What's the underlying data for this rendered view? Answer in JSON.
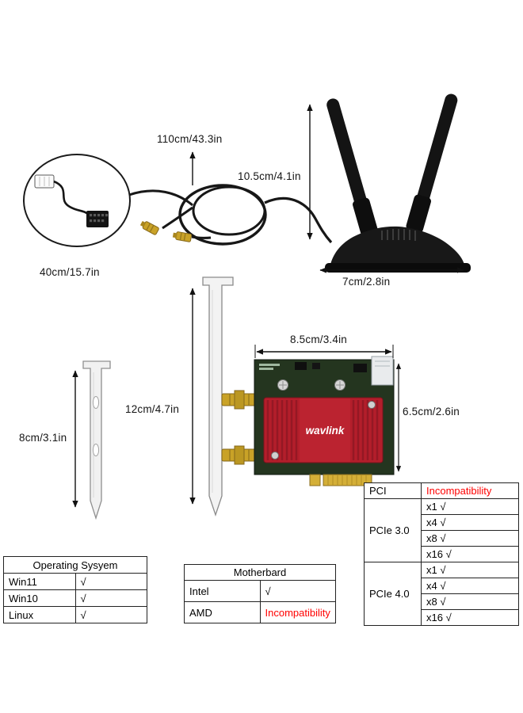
{
  "dimension_labels": {
    "antenna_cable_length": "110cm/43.3in",
    "antenna_height": "10.5cm/4.1in",
    "usb_cable_length": "40cm/15.7in",
    "antenna_base_width": "7cm/2.8in",
    "card_width": "8.5cm/3.4in",
    "full_bracket_height": "12cm/4.7in",
    "card_height": "6.5cm/2.6in",
    "low_profile_bracket_height": "8cm/3.1in"
  },
  "card": {
    "brand_logo": "wavlink"
  },
  "tables": {
    "os": {
      "header": "Operating Sysyem",
      "rows": [
        [
          "Win11",
          "√"
        ],
        [
          "Win10",
          "√"
        ],
        [
          "Linux",
          "√"
        ]
      ]
    },
    "motherboard": {
      "header": "Motherbard",
      "rows": [
        [
          "Intel",
          "√"
        ],
        [
          "AMD",
          "Incompatibility"
        ]
      ]
    },
    "pcie": {
      "rows": [
        {
          "label": "PCI",
          "value": "Incompatibility"
        },
        {
          "label": "PCIe 3.0",
          "values": [
            "x1 √",
            "x4 √",
            "x8 √",
            "x16 √"
          ]
        },
        {
          "label": "PCIe 4.0",
          "values": [
            "x1 √",
            "x4 √",
            "x8 √",
            "x16 √"
          ]
        }
      ]
    }
  },
  "colors": {
    "incompatibility_text": "#ff0000",
    "heatsink_red": "#b31e2b",
    "connector_gold": "#c9a227"
  }
}
